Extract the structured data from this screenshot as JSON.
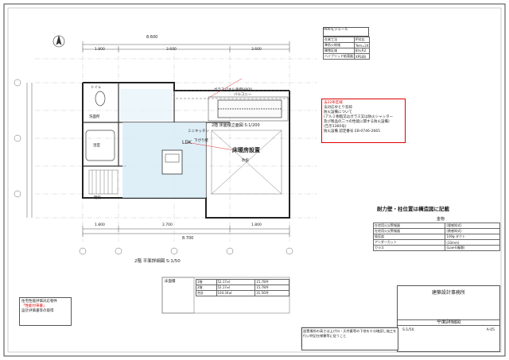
{
  "drawing": {
    "plan_title": "2階 平面詳細図 S:1/50",
    "roof_title": "2階 床面積立面図 S:1/200",
    "room_labels": {
      "ldk": "LDK",
      "floor_heating": "床暖房設置",
      "balcony": "バルコニー",
      "bath": "浴室",
      "toilet": "トイレ",
      "washroom": "洗面所",
      "stairs": "階段"
    },
    "dimensions": {
      "top_total": "8.600",
      "top_left": "1.800",
      "top_mid": "3.600",
      "top_right": "3.600",
      "bottom_total": "8.700",
      "bottom_left": "1.800",
      "bottom_mid": "2.700",
      "bottom_right": "1.800"
    },
    "notes": [
      "ガラスパネル手摺H800",
      "ミニキッチン",
      "下がり壁",
      "吹抜"
    ]
  },
  "right_panel": {
    "module_label": "900モジュール",
    "spec_rows": [
      [
        "在来工法",
        "IP対応"
      ],
      [
        "準防火地域",
        "Tem=24"
      ],
      [
        "積雪区域",
        "耐火R2"
      ],
      [
        "ハイブリッド給湯器",
        "XPS(B)"
      ]
    ],
    "fire_note_title": "法22条区域",
    "fire_notes": [
      "法対応ゆとり窓枠",
      "防火設備について",
      "(アルミ樹脂又はガラス又は防火シャッター",
      "及び製品の二つの性能に関する防火設備)",
      "(告示1360号)",
      "防火設備 認定番号 EB-0746-2665"
    ],
    "structure_heading": "耐力壁・柱位置は構造図に記載",
    "hardware_title": "金物",
    "hardware_rows": [
      [
        "在宅用火災警報器",
        "(煙感知式)"
      ],
      [
        "在宅用火災警報器",
        "(熱感知式)"
      ],
      [
        "換気扇",
        "100φ ダクト"
      ],
      [
        "アンダーカット",
        "(10mm)"
      ],
      [
        "ガラス",
        "(Low-E複層)"
      ]
    ],
    "company_name": "建築設計事務所",
    "drawing_name": "平面詳細図",
    "scale": "S:1/50",
    "sheet_no": "A-05"
  },
  "bottom_area": {
    "area_title": "床面積",
    "area_rows": [
      [
        "1階",
        "52.17㎡",
        "15.78坪"
      ],
      [
        "2階",
        "52.17㎡",
        "15.78坪"
      ],
      [
        "合計",
        "104.34㎡",
        "31.56坪"
      ]
    ],
    "perf_title": "住宅性能評価対応物件",
    "perf_lines": [
      "「性能付帯書」",
      "設計評価書等の取得"
    ],
    "notice": "設置場所の高さは上げ口・天井裏等の下地を十分確認し施工を行い特記仕様書等に従うこと"
  }
}
